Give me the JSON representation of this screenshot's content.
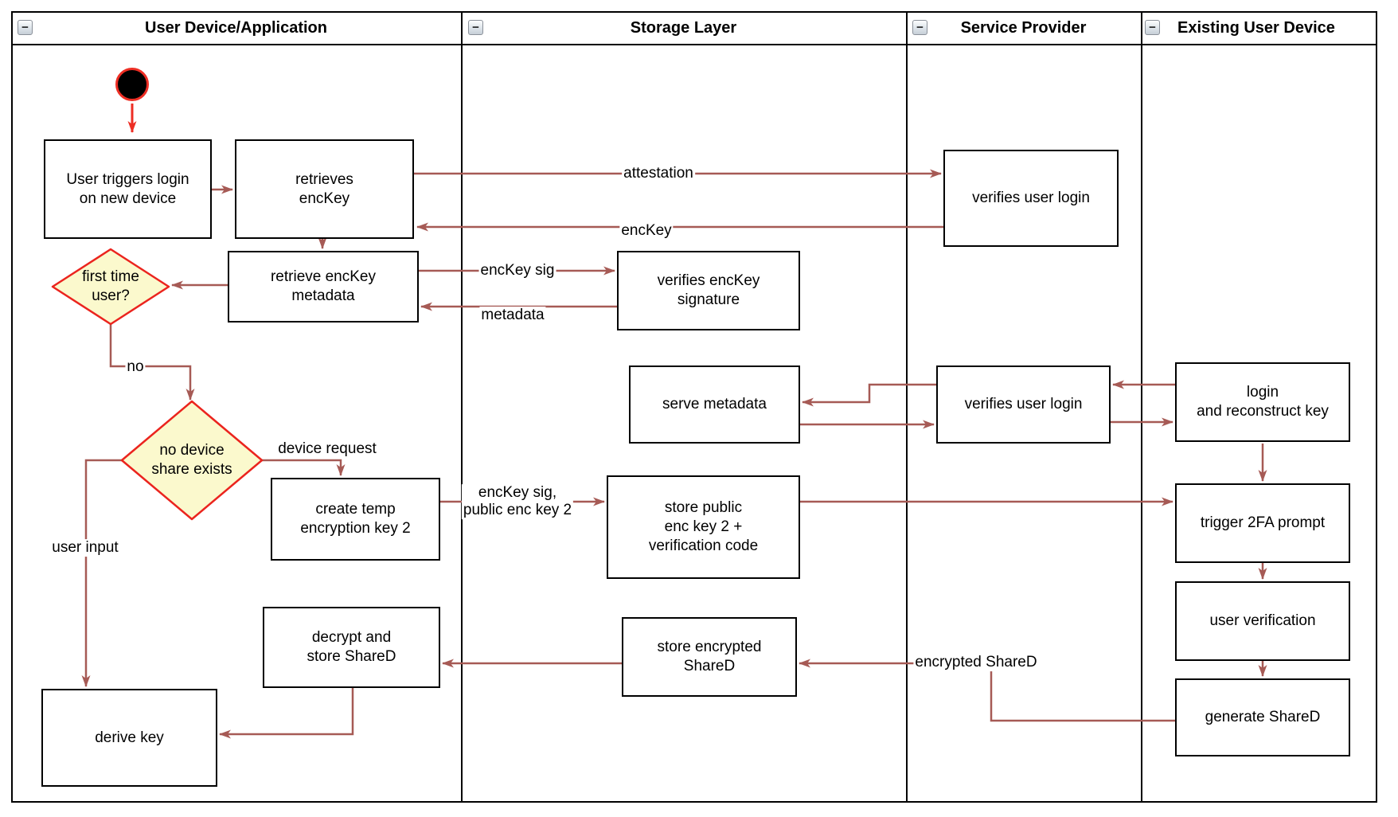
{
  "lanes": [
    {
      "title": "User Device/Application"
    },
    {
      "title": "Storage Layer"
    },
    {
      "title": "Service Provider"
    },
    {
      "title": "Existing User Device"
    }
  ],
  "collapse_icon": "−",
  "nodes": {
    "user_triggers_login": "User triggers login\non new device",
    "retrieves_enckey": "retrieves\nencKey",
    "verifies_user_login_top": "verifies user login",
    "retrieve_enckey_metadata": "retrieve encKey\nmetadata",
    "verifies_enckey_signature": "verifies encKey\nsignature",
    "serve_metadata": "serve metadata",
    "verifies_user_login_mid": "verifies user login",
    "login_and_reconstruct": "login\nand reconstruct key",
    "create_temp_key": "create temp\nencryption key 2",
    "store_public_key": "store public\nenc key 2 +\nverification code",
    "trigger_2fa": "trigger 2FA prompt",
    "user_verification": "user verification",
    "generate_shared": "generate ShareD",
    "decrypt_store_shared": "decrypt and\nstore ShareD",
    "store_encrypted_shared": "store encrypted\nShareD",
    "derive_key": "derive key"
  },
  "decisions": {
    "first_time_user": "first time\nuser?",
    "no_device_share": "no device\nshare exists"
  },
  "edge_labels": {
    "attestation": "attestation",
    "enc_key": "encKey",
    "enc_key_sig": "encKey sig",
    "metadata": "metadata",
    "no": "no",
    "device_request": "device request",
    "enc_key_sig_public": "encKey sig,\npublic enc key 2",
    "user_input": "user input",
    "encrypted_shared": "encrypted ShareD"
  },
  "colors": {
    "edge": "#a65a55",
    "start_arrow": "#ed2e24",
    "decision_border": "#eb241e",
    "decision_fill": "#fbf9cd",
    "node_border": "#000000",
    "node_fill": "#ffffff",
    "lane_border": "#000000"
  }
}
